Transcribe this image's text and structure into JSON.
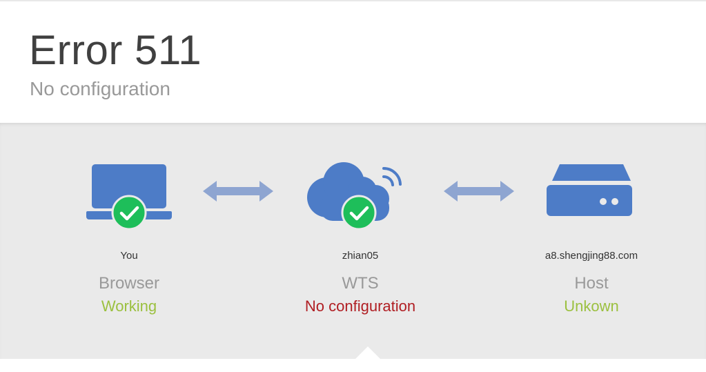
{
  "error": {
    "title": "Error 511",
    "subtitle": "No configuration"
  },
  "nodes": [
    {
      "sub": "You",
      "name": "Browser",
      "status": "Working",
      "status_color": "#9bc03f",
      "icon": "laptop-icon",
      "badge": "check-icon"
    },
    {
      "sub": "zhian05",
      "name": "WTS",
      "status": "No configuration",
      "status_color": "#b01e23",
      "icon": "cloud-wifi-icon",
      "badge": "check-icon"
    },
    {
      "sub": "a8.shengjing88.com",
      "name": "Host",
      "status": "Unkown",
      "status_color": "#9bc03f",
      "icon": "server-icon"
    }
  ],
  "colors": {
    "icon_blue": "#4d7cc7",
    "arrow_blue": "#8ea5d1",
    "check_green": "#1ebe5a",
    "panel_bg": "#eaeaea"
  }
}
